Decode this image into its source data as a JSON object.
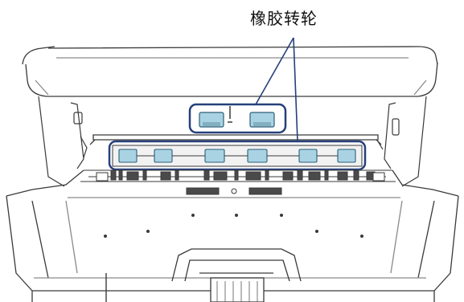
{
  "figure": {
    "callout_label": "橡胶转轮",
    "colors": {
      "line": "#3a3a3a",
      "light_line": "#8a8a8a",
      "roller_fill": "#a9d3e3",
      "roller_stroke": "#2c5f79",
      "highlight": "#26407a",
      "rubber_dark": "#4a4a4a"
    },
    "parts": [
      "upper-unit-rollers",
      "lower-roller-row",
      "feed-module",
      "paper-chute",
      "stacker"
    ]
  }
}
